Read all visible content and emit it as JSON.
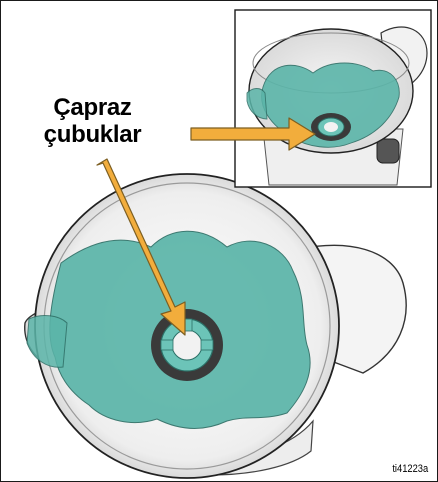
{
  "callout": {
    "line1": "Çapraz",
    "line2": "çubuklar"
  },
  "figure_id": "ti41223a",
  "colors": {
    "teal": "#5bb5a9",
    "arrow": "#f2ad3c",
    "arrow_outline": "#8a6a2a",
    "outline": "#222222"
  }
}
